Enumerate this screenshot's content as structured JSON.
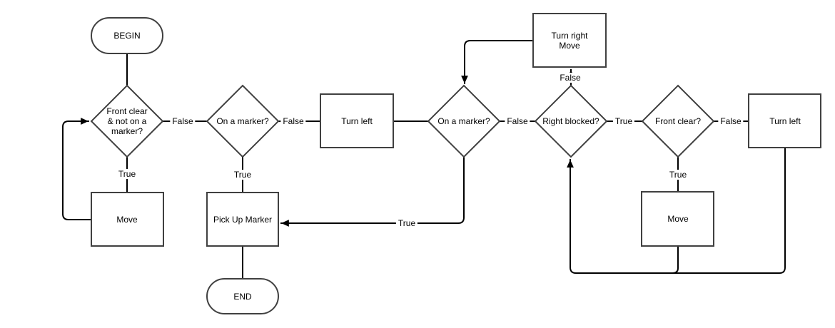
{
  "diagram": {
    "type": "flowchart",
    "nodes": {
      "begin": {
        "label": "BEGIN",
        "shape": "terminator"
      },
      "front_clear_not_marker": {
        "label": "Front clear\n& not on a\nmarker?",
        "shape": "decision"
      },
      "on_marker_1": {
        "label": "On a marker?",
        "shape": "decision"
      },
      "turn_left_1": {
        "label": "Turn left",
        "shape": "process"
      },
      "on_marker_2": {
        "label": "On a marker?",
        "shape": "decision"
      },
      "turn_right_move": {
        "label": "Turn right\nMove",
        "shape": "process"
      },
      "right_blocked": {
        "label": "Right blocked?",
        "shape": "decision"
      },
      "front_clear": {
        "label": "Front clear?",
        "shape": "decision"
      },
      "turn_left_2": {
        "label": "Turn left",
        "shape": "process"
      },
      "move_1": {
        "label": "Move",
        "shape": "process"
      },
      "pick_up_marker": {
        "label": "Pick Up Marker",
        "shape": "process"
      },
      "end": {
        "label": "END",
        "shape": "terminator"
      },
      "move_2": {
        "label": "Move",
        "shape": "process"
      }
    },
    "edge_labels": {
      "front_clear_not_marker_false": "False",
      "front_clear_not_marker_true": "True",
      "on_marker_1_false": "False",
      "on_marker_1_true": "True",
      "on_marker_2_false": "False",
      "on_marker_2_true": "True",
      "right_blocked_false": "False",
      "right_blocked_true": "True",
      "front_clear_false": "False",
      "front_clear_true": "True"
    },
    "colors": {
      "shape_stroke": "#404040",
      "connector_stroke": "#000000",
      "background": "#ffffff",
      "text": "#000000"
    }
  }
}
